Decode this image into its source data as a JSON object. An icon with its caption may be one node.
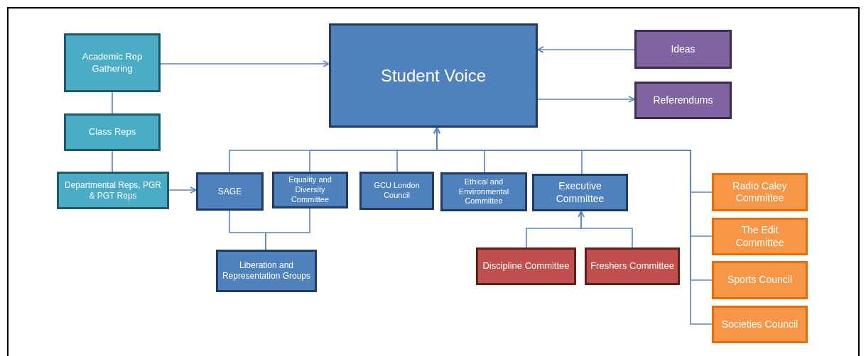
{
  "diagram": {
    "nodes": [
      {
        "text": [
          "Student Voice"
        ]
      },
      {
        "text": [
          "Academic Rep Gathering"
        ]
      },
      {
        "text": [
          "Class Reps"
        ]
      },
      {
        "text": [
          "Departmental Reps, PGR & PGT Reps"
        ]
      },
      {
        "text": [
          "Ideas"
        ]
      },
      {
        "text": [
          "Referendums"
        ]
      },
      {
        "text": [
          "SAGE"
        ]
      },
      {
        "text": [
          "Equality and Diversity Committee"
        ]
      },
      {
        "text": [
          "GCU London Council"
        ]
      },
      {
        "text": [
          "Ethical and Environmental Committee"
        ]
      },
      {
        "text": [
          "Executive Committee"
        ]
      },
      {
        "text": [
          "Liberation and Representation Groups"
        ]
      },
      {
        "text": [
          "Discipline Committee"
        ]
      },
      {
        "text": [
          "Freshers Committee"
        ]
      },
      {
        "text": [
          "Radio Caley Committee"
        ]
      },
      {
        "text": [
          "The Edit Committee"
        ]
      },
      {
        "text": [
          "Sports Council"
        ]
      },
      {
        "text": [
          "Societies Council"
        ]
      }
    ],
    "edges": [
      {
        "from": 1,
        "to": 0,
        "arrow": "to"
      },
      {
        "from": 4,
        "to": 0,
        "arrow": "to"
      },
      {
        "from": 0,
        "to": 5,
        "arrow": "to"
      },
      {
        "from": 1,
        "to": 2,
        "arrow": "none"
      },
      {
        "from": 2,
        "to": 3,
        "arrow": "none"
      },
      {
        "from": 3,
        "to": 6,
        "arrow": "to"
      },
      {
        "from": 6,
        "to": 0,
        "arrow": "to"
      },
      {
        "from": 7,
        "to": 0,
        "arrow": "to"
      },
      {
        "from": 8,
        "to": 0,
        "arrow": "to"
      },
      {
        "from": 9,
        "to": 0,
        "arrow": "to"
      },
      {
        "from": 10,
        "to": 0,
        "arrow": "to"
      },
      {
        "from": 14,
        "to": 0,
        "arrow": "to"
      },
      {
        "from": 15,
        "to": 0,
        "arrow": "to"
      },
      {
        "from": 16,
        "to": 0,
        "arrow": "to"
      },
      {
        "from": 17,
        "to": 0,
        "arrow": "to"
      },
      {
        "from": 6,
        "to": 11,
        "arrow": "none"
      },
      {
        "from": 7,
        "to": 11,
        "arrow": "none"
      },
      {
        "from": 12,
        "to": 10,
        "arrow": "to"
      },
      {
        "from": 13,
        "to": 10,
        "arrow": "to"
      }
    ]
  }
}
